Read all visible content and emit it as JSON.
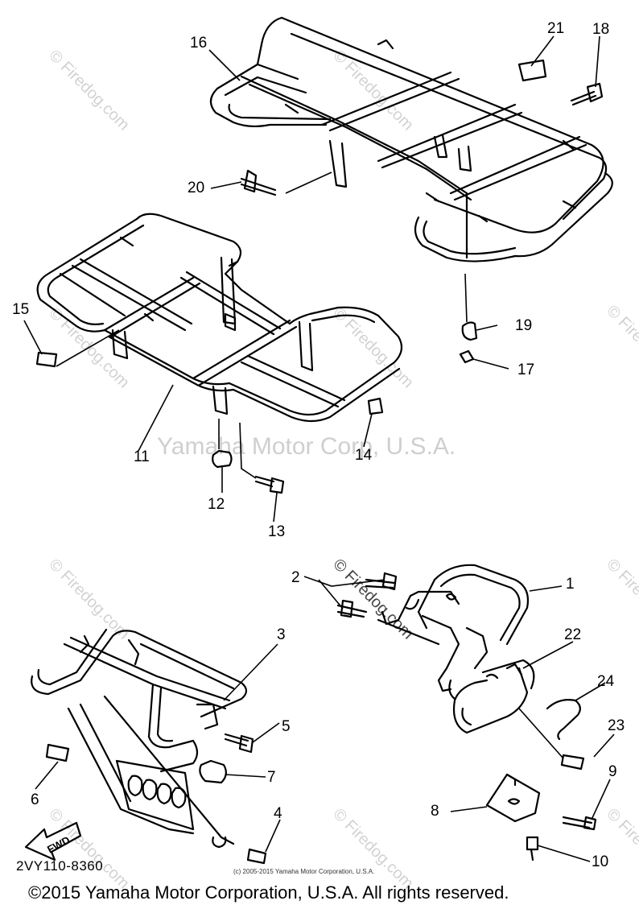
{
  "watermark": {
    "site": "© Firedog.com",
    "center": "Yamaha Motor Corp, U.S.A."
  },
  "part_numbers": [
    "1",
    "2",
    "3",
    "4",
    "5",
    "6",
    "7",
    "8",
    "9",
    "10",
    "11",
    "12",
    "13",
    "14",
    "15",
    "16",
    "17",
    "18",
    "19",
    "20",
    "21",
    "22",
    "23",
    "24"
  ],
  "fwd_label": "FWD",
  "diagram_code": "2VY110-8360",
  "small_copyright": "(c) 2005-2015 Yamaha Motor Corporation, U.S.A.",
  "copyright": "©2015 Yamaha Motor Corporation, U.S.A. All rights reserved."
}
